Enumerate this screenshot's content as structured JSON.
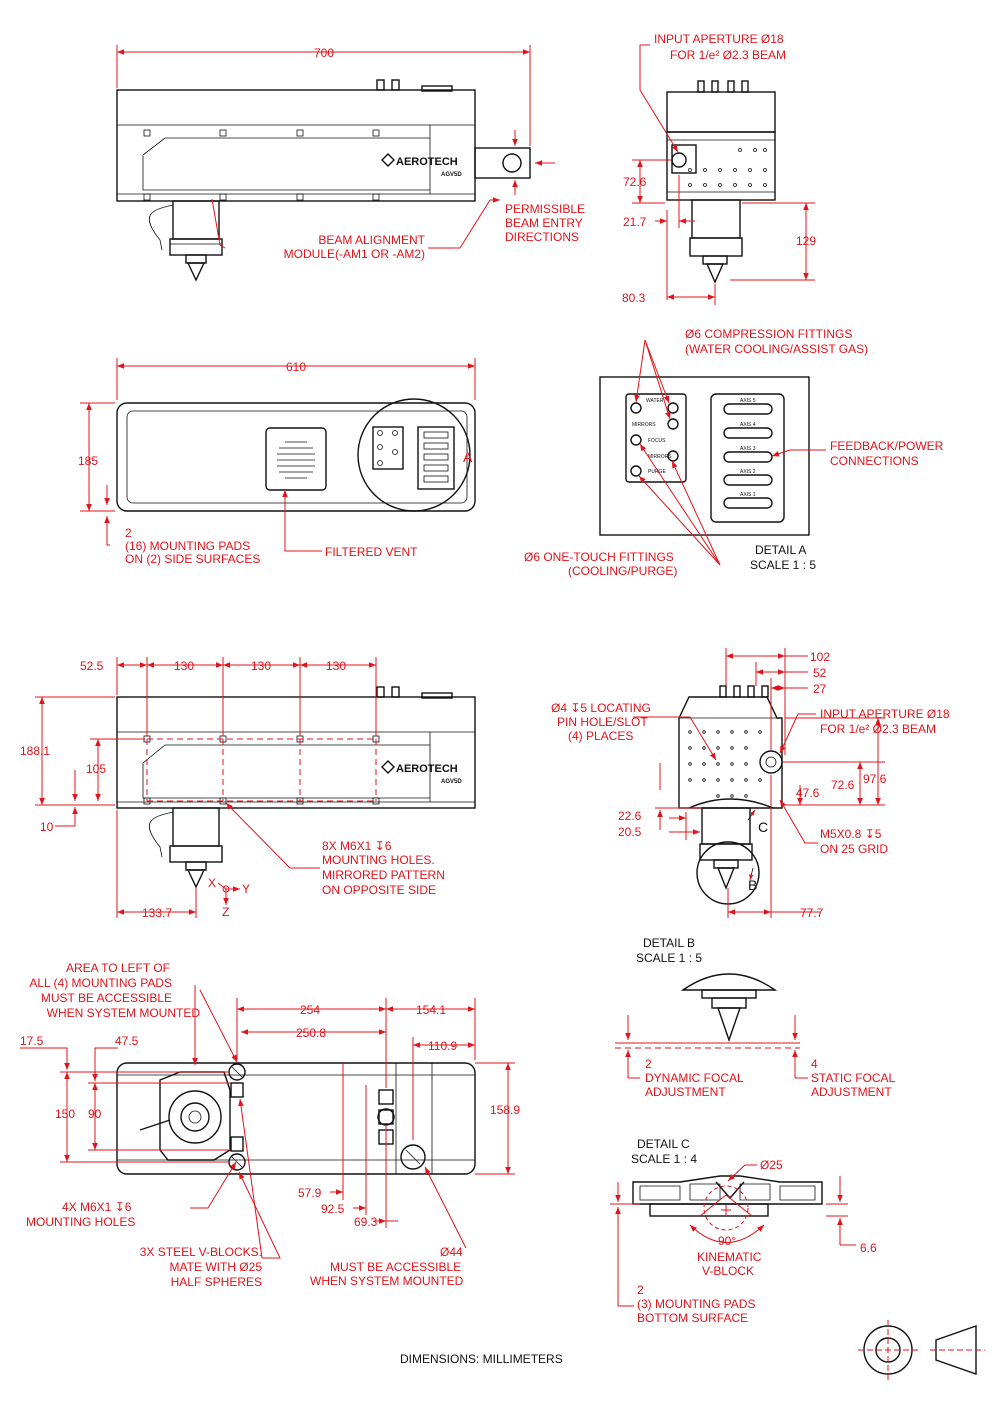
{
  "brand": {
    "logo": "AEROTECH",
    "model": "AGV5D"
  },
  "dimensions": {
    "top_view": {
      "length": "700"
    },
    "end_view": {
      "d1": "72.6",
      "d2": "21.7",
      "d3": "80.3",
      "d4": "129"
    },
    "plan_view": {
      "length": "610",
      "height": "185",
      "pad_qty": "2"
    },
    "side_view": {
      "d_52_5": "52.5",
      "d_130a": "130",
      "d_130b": "130",
      "d_130c": "130",
      "d_188_1": "188.1",
      "d_105": "105",
      "d_10": "10",
      "d_133_7": "133.7"
    },
    "end_view2": {
      "d_102": "102",
      "d_52": "52",
      "d_27": "27",
      "d_72_6": "72.6",
      "d_97_6": "97.6",
      "d_47_6": "47.6",
      "d_22_6": "22.6",
      "d_20_5": "20.5",
      "d_77_7": "77.7"
    },
    "bottom_view": {
      "d_17_5": "17.5",
      "d_47_5": "47.5",
      "d_150": "150",
      "d_90": "90",
      "d_254": "254",
      "d_250_8": "250.8",
      "d_154_1": "154.1",
      "d_110_9": "110.9",
      "d_158_9": "158.9",
      "d_57_9": "57.9",
      "d_92_5": "92.5",
      "d_69_3": "69.3"
    },
    "detail_b": {
      "dyn_qty": "2",
      "stat_qty": "4"
    },
    "detail_c": {
      "dia": "Ø25",
      "angle": "90°",
      "d_6_6": "6.6",
      "pad_qty": "2"
    }
  },
  "labels": {
    "input_aperture_1": "INPUT APERTURE Ø18",
    "input_aperture_2": "FOR 1/e² Ø2.3 BEAM",
    "permissible_1": "PERMISSIBLE",
    "permissible_2": "BEAM ENTRY",
    "permissible_3": "DIRECTIONS",
    "bam_1": "BEAM ALIGNMENT",
    "bam_2": "MODULE(-AM1 OR -AM2)",
    "compression_1": "Ø6 COMPRESSION FITTINGS",
    "compression_2": "(WATER COOLING/ASSIST GAS)",
    "feedback_1": "FEEDBACK/POWER",
    "feedback_2": "CONNECTIONS",
    "onetouch_1": "Ø6 ONE-TOUCH FITTINGS",
    "onetouch_2": "(COOLING/PURGE)",
    "detail_a_1": "DETAIL A",
    "detail_a_2": "SCALE 1 : 5",
    "pads_1": "(16) MOUNTING PADS",
    "pads_2": "ON (2) SIDE SURFACES",
    "filtered_vent": "FILTERED VENT",
    "locating_1": "Ø4 ↧5 LOCATING",
    "locating_2": "PIN HOLE/SLOT",
    "locating_3": "(4) PLACES",
    "input_aperture2_1": "INPUT APERTURE Ø18",
    "input_aperture2_2": "FOR 1/e² Ø2.3 BEAM",
    "m5_1": "M5X0.8 ↧5",
    "m5_2": "ON 25 GRID",
    "holes8_1": "8X M6X1 ↧6",
    "holes8_2": "MOUNTING HOLES.",
    "holes8_3": "MIRRORED PATTERN",
    "holes8_4": "ON OPPOSITE SIDE",
    "area_1": "AREA TO LEFT OF",
    "area_2": "ALL (4) MOUNTING PADS",
    "area_3": "MUST BE ACCESSIBLE",
    "area_4": "WHEN SYSTEM MOUNTED",
    "holes4_1": "4X M6X1 ↧6",
    "holes4_2": "MOUNTING HOLES",
    "vblocks_1": "3X STEEL V-BLOCKS.",
    "vblocks_2": "MATE WITH Ø25",
    "vblocks_3": "HALF SPHERES",
    "d44_1": "Ø44",
    "d44_2": "MUST BE ACCESSIBLE",
    "d44_3": "WHEN SYSTEM MOUNTED",
    "detail_b_1": "DETAIL B",
    "detail_b_2": "SCALE 1 : 5",
    "dynamic_1": "DYNAMIC FOCAL",
    "dynamic_2": "ADJUSTMENT",
    "static_1": "STATIC FOCAL",
    "static_2": "ADJUSTMENT",
    "detail_c_1": "DETAIL C",
    "detail_c_2": "SCALE 1 : 4",
    "kinematic_1": "KINEMATIC",
    "kinematic_2": "V-BLOCK",
    "pads3_1": "(3) MOUNTING PADS",
    "pads3_2": "BOTTOM SURFACE",
    "units": "DIMENSIONS:  MILLIMETERS",
    "callout_a": "A",
    "callout_b": "B",
    "callout_c": "C",
    "axis_x": "X",
    "axis_y": "Y",
    "axis_z": "Z"
  },
  "detail_a": {
    "fittings": [
      "WATER",
      "MIRRORS",
      "FOCUS",
      "MIRRORS",
      "PURGE"
    ],
    "connectors": [
      "AXIS 5",
      "AXIS 4",
      "AXIS 3",
      "AXIS 2",
      "AXIS 1"
    ]
  },
  "colors": {
    "dimension": "#e3131b",
    "outline": "#111111"
  }
}
